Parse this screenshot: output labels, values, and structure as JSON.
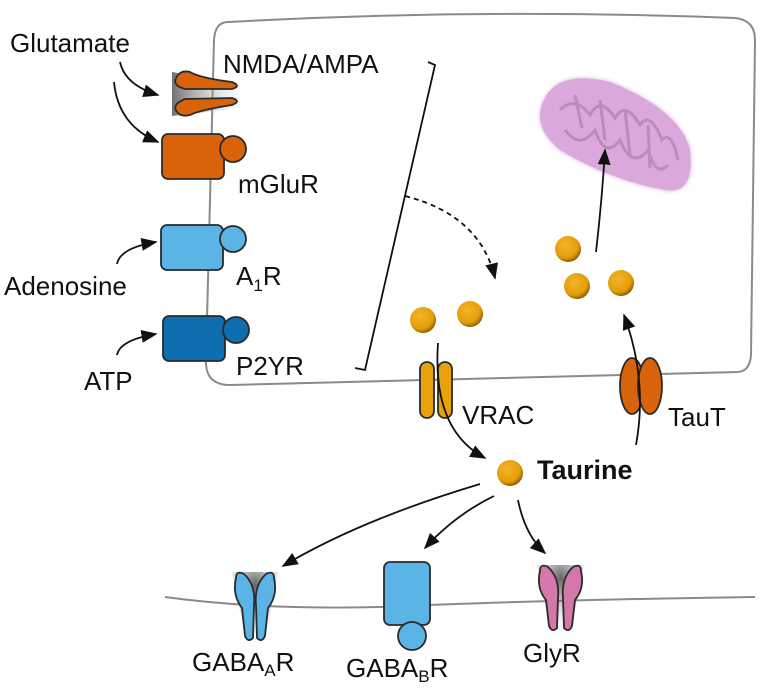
{
  "title": "Taurine release and signaling pathway diagram",
  "colors": {
    "glutamate_receptor": "#d9630b",
    "adenosine_receptor": "#5ab4e6",
    "atp_receptor": "#0d6fb0",
    "taurine": "#e8a20a",
    "taut": "#d9630b",
    "vrac": "#e8a20a",
    "gaba_receptor": "#5ab4e6",
    "glyr": "#d477aa",
    "mitochondrion": "#dba8db",
    "membrane": "#8a8a8a"
  },
  "ligands": {
    "glutamate": "Glutamate",
    "adenosine": "Adenosine",
    "atp": "ATP"
  },
  "receptors": {
    "nmda_ampa": "NMDA/AMPA",
    "mglur": "mGluR",
    "a1r": {
      "main": "A",
      "sub": "1",
      "suffix": "R"
    },
    "p2yr": "P2YR"
  },
  "transporters": {
    "vrac": "VRAC",
    "taut": "TauT"
  },
  "taurine_label": "Taurine",
  "targets": {
    "gabaar": {
      "main": "GABA",
      "sub": "A",
      "suffix": "R"
    },
    "gababr": {
      "main": "GABA",
      "sub": "B",
      "suffix": "R"
    },
    "glyr": "GlyR"
  }
}
